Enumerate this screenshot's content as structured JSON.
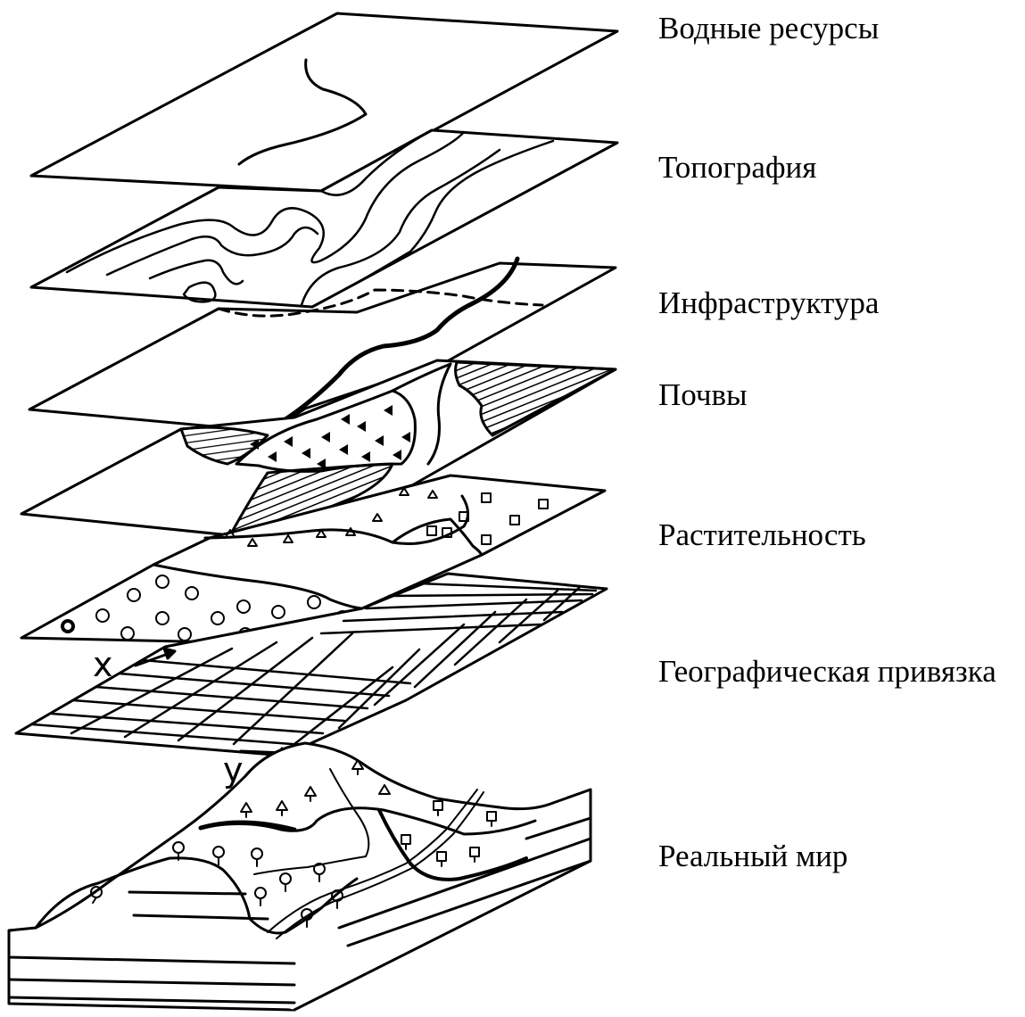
{
  "diagram": {
    "layers": [
      {
        "id": "water",
        "label": "Водные ресурсы"
      },
      {
        "id": "topo",
        "label": "Топография"
      },
      {
        "id": "infra",
        "label": "Инфраструктура"
      },
      {
        "id": "soils",
        "label": "Почвы"
      },
      {
        "id": "veg",
        "label": "Растительность"
      },
      {
        "id": "georef",
        "label": "Географическая привязка"
      },
      {
        "id": "real",
        "label": "Реальный мир"
      }
    ],
    "axes": {
      "x": "x",
      "y": "y"
    },
    "colors": {
      "ink": "#000000",
      "background": "#ffffff"
    }
  }
}
